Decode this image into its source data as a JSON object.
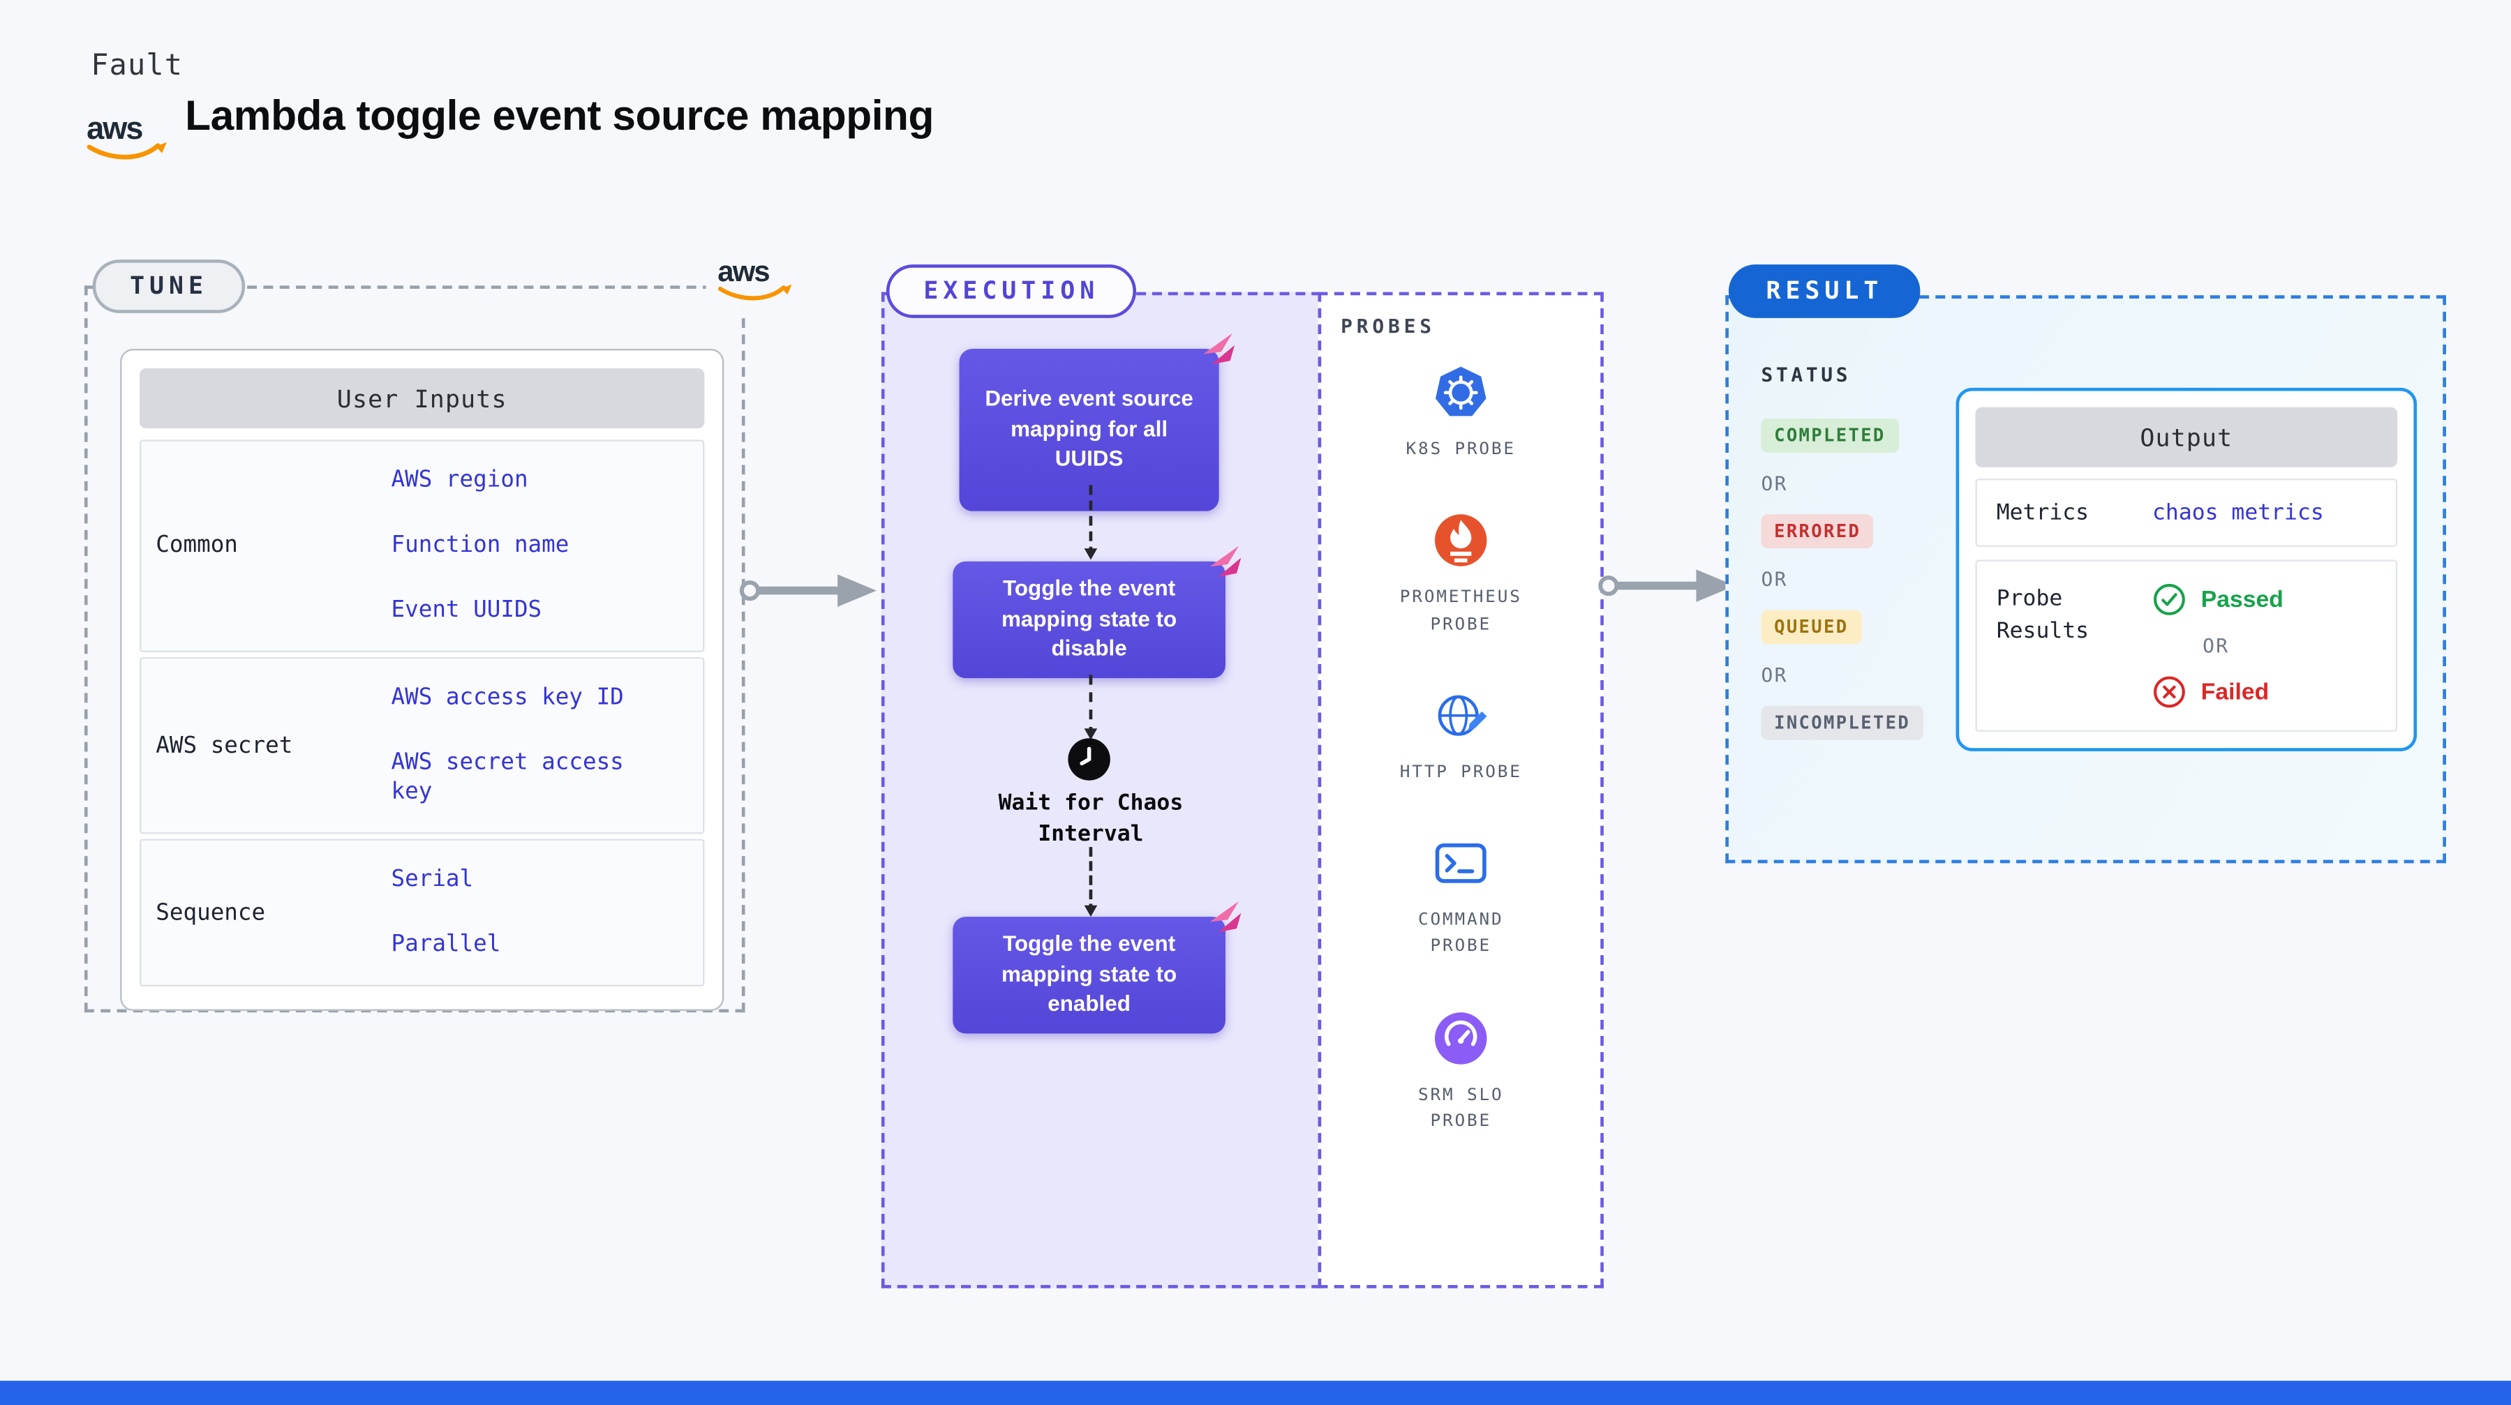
{
  "logos": {
    "aws": "aws"
  },
  "colors": {
    "accent_purple": "#5b4bdb",
    "accent_blue": "#1566d4",
    "link_blue": "#3434d6",
    "chaos_pink": "#d9368f",
    "footer_blue": "#2563eb"
  },
  "header": {
    "kicker": "Fault",
    "title": "Lambda toggle event source mapping"
  },
  "tune": {
    "label": "TUNE",
    "table_title": "User Inputs",
    "rows": [
      {
        "label": "Common",
        "values": [
          "AWS region",
          "Function name",
          "Event UUIDS"
        ]
      },
      {
        "label": "AWS secret",
        "values": [
          "AWS access key ID",
          "AWS secret access key"
        ]
      },
      {
        "label": "Sequence",
        "values": [
          "Serial",
          "Parallel"
        ]
      }
    ]
  },
  "flow": {
    "execution_label": "EXECUTION",
    "steps": [
      "Derive event source mapping for all UUIDS",
      "Toggle the event mapping state to disable",
      "Wait for Chaos Interval",
      "Toggle the event mapping state to enabled"
    ]
  },
  "probes": {
    "label": "PROBES",
    "items": [
      {
        "name": "K8S PROBE",
        "icon": "kubernetes-icon"
      },
      {
        "name": "PROMETHEUS PROBE",
        "icon": "prometheus-icon"
      },
      {
        "name": "HTTP PROBE",
        "icon": "globe-icon"
      },
      {
        "name": "COMMAND PROBE",
        "icon": "terminal-icon"
      },
      {
        "name": "SRM SLO PROBE",
        "icon": "gauge-icon"
      }
    ]
  },
  "result": {
    "label": "RESULT",
    "status_title": "STATUS",
    "or": "OR",
    "statuses": [
      "COMPLETED",
      "ERRORED",
      "QUEUED",
      "INCOMPLETED"
    ],
    "output": {
      "title": "Output",
      "metrics_label": "Metrics",
      "metrics_value": "chaos metrics",
      "probe_results_label": "Probe Results",
      "passed": "Passed",
      "failed": "Failed"
    }
  }
}
